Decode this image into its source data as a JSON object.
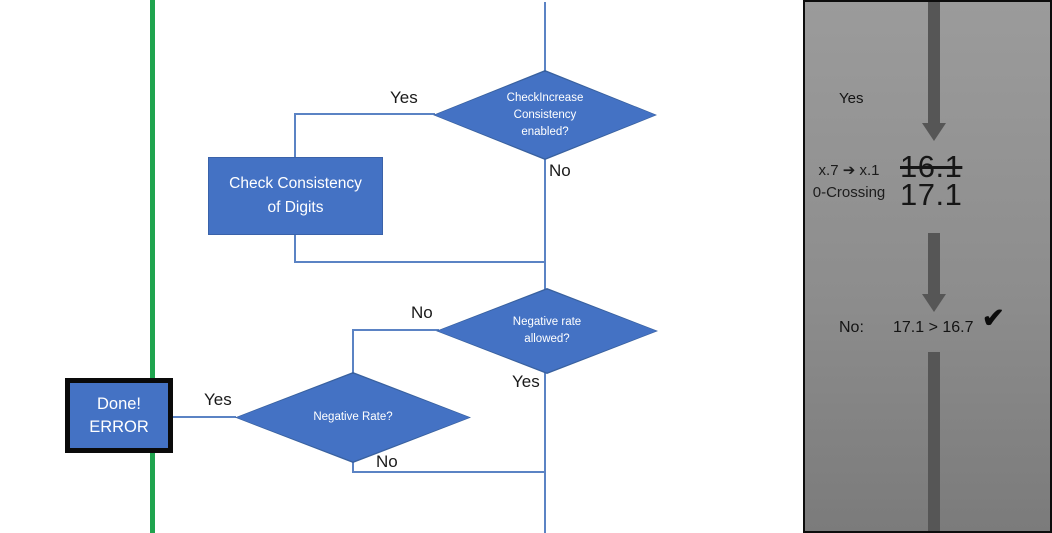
{
  "flowchart": {
    "nodes": {
      "check_increase": {
        "line1": "CheckIncrease",
        "line2": "Consistency",
        "line3": "enabled?"
      },
      "check_consistency": {
        "line1": "Check Consistency",
        "line2": "of Digits"
      },
      "negative_rate_allowed": {
        "line1": "Negative rate",
        "line2": "allowed?"
      },
      "negative_rate": {
        "line1": "Negative Rate?"
      },
      "done_error": {
        "line1": "Done!",
        "line2": "ERROR"
      }
    },
    "labels": {
      "yes_top": "Yes",
      "no_top": "No",
      "no_mid": "No",
      "yes_mid": "Yes",
      "yes_done": "Yes",
      "no_bottom": "No"
    }
  },
  "panel": {
    "yes_label": "Yes",
    "rule_line1": "x.7 ➔ x.1",
    "rule_line2": "0-Crossing",
    "old_value": "16.1",
    "new_value": "17.1",
    "no_label": "No:",
    "comparison": "17.1 > 16.7",
    "check_icon": "✔"
  },
  "colors": {
    "shape_fill": "#4472c4",
    "shape_border": "#39619f",
    "connector": "#5b83c4",
    "guideline_green": "#1fa44e",
    "arrow_gray": "#565656",
    "panel_bg_top": "#9b9b9b",
    "panel_bg_bottom": "#7b7b7b"
  }
}
